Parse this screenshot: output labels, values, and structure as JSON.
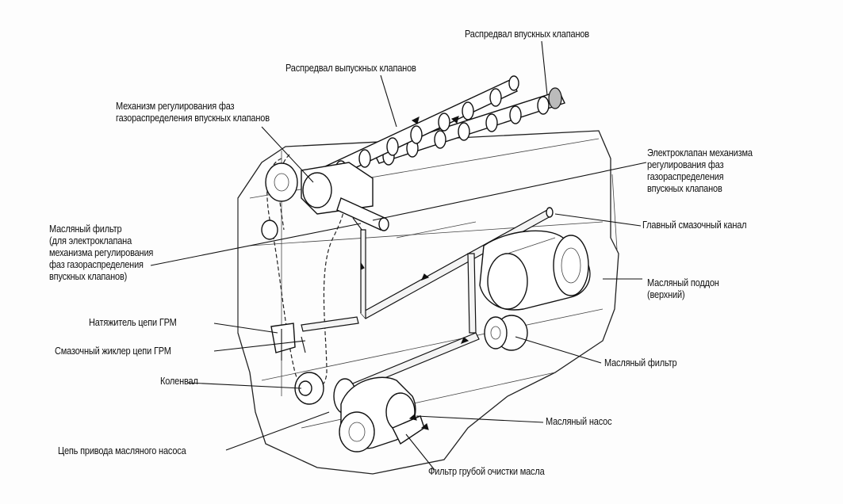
{
  "labels": {
    "intake_camshaft": "Распредвал впускных клапанов",
    "exhaust_camshaft": "Распредвал выпускных клапанов",
    "vvt_mechanism": "Механизм регулирования фаз\nгазораспределения впускных клапанов",
    "vvt_solenoid": "Электроклапан механизма\nрегулирования фаз\nгазораспределения\nвпускных клапанов",
    "solenoid_oil_filter": "Масляный фильтр\n(для электроклапана\nмеханизма регулирования\nфаз газораспределения\nвпускных клапанов)",
    "main_oil_gallery": "Главный смазочный канал",
    "upper_oil_pan": "Масляный поддон\n(верхний)",
    "chain_tensioner": "Натяжитель цепи ГРМ",
    "chain_oil_jet": "Смазочный жиклер цепи ГРМ",
    "crankshaft": "Коленвал",
    "oil_filter": "Масляный фильтр",
    "oil_pump": "Масляный насос",
    "oil_pump_drive_chain": "Цепь привода масляного насоса",
    "oil_strainer": "Фильтр грубой очистки масла"
  },
  "colors": {
    "ink": "#111111",
    "paper": "#fdfdfd"
  },
  "icons": [
    "flow-arrow-icon"
  ]
}
